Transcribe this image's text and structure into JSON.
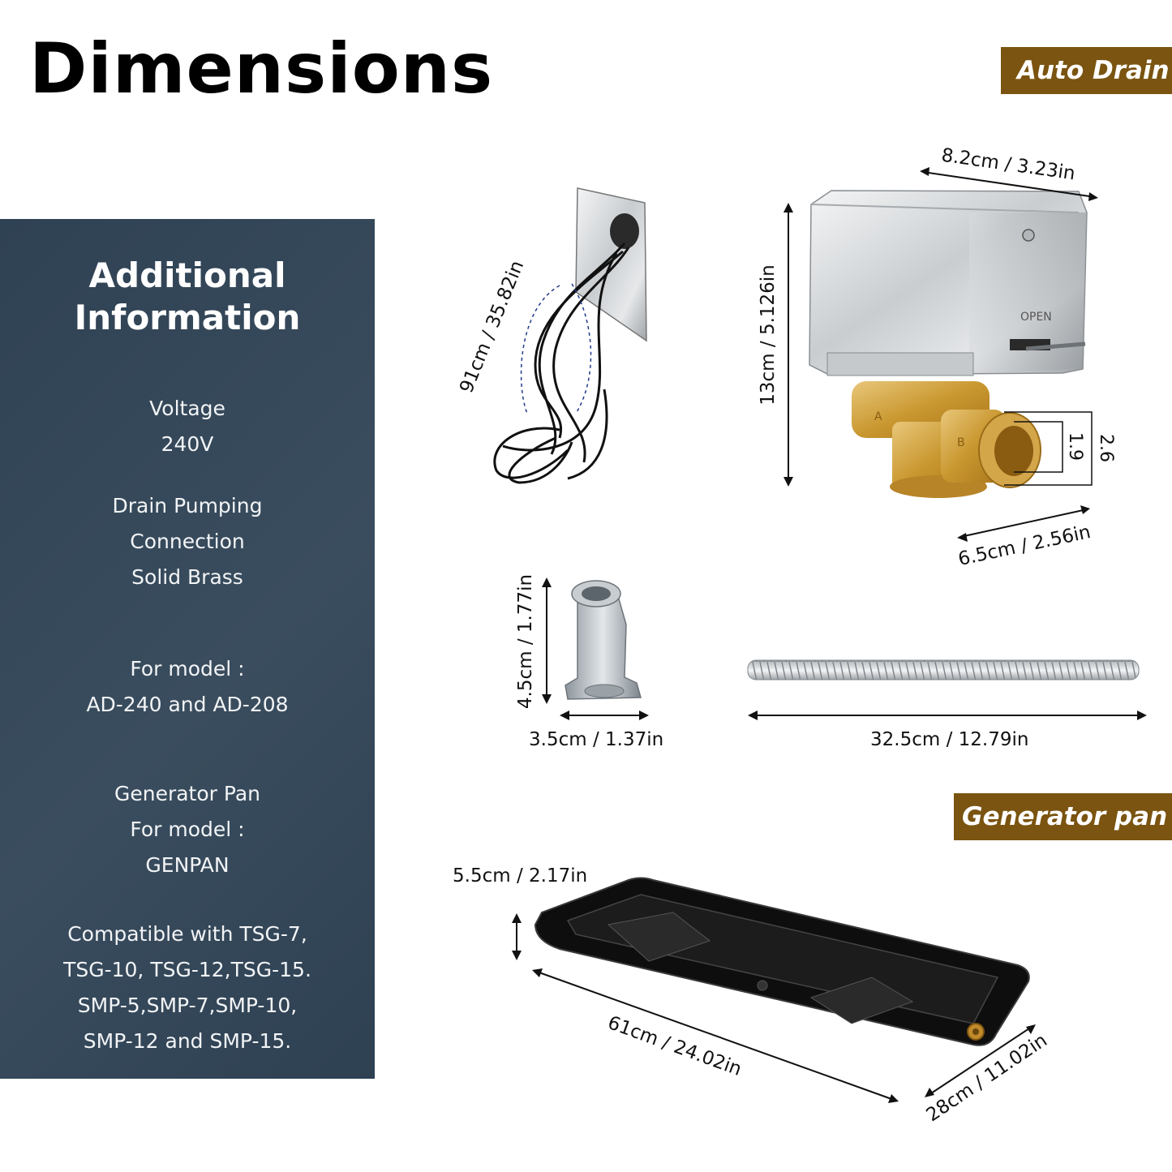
{
  "title": "Dimensions",
  "tags": {
    "auto_drain": "Auto Drain",
    "generator_pan": "Generator pan"
  },
  "info_panel": {
    "heading_line1": "Additional",
    "heading_line2": "Information",
    "lines": [
      "Voltage",
      "240V",
      "Drain Pumping",
      "Connection",
      "Solid Brass",
      "For model :",
      "AD-240 and AD-208",
      "Generator Pan",
      "For model :",
      "GENPAN",
      "Compatible with TSG-7,",
      "TSG-10, TSG-12,TSG-15.",
      "SMP-5,SMP-7,SMP-10,",
      "SMP-12 and SMP-15."
    ]
  },
  "dimensions": {
    "cable_length": "91cm / 35.82in",
    "valve_width": "8.2cm / 3.23in",
    "valve_height": "13cm / 5.126in",
    "valve_depth": "6.5cm / 2.56in",
    "port_inner": "1.9",
    "port_outer": "2.6",
    "connector_height": "4.5cm / 1.77in",
    "connector_width": "3.5cm / 1.37in",
    "conduit_length": "32.5cm / 12.79in",
    "pan_height": "5.5cm / 2.17in",
    "pan_length": "61cm / 24.02in",
    "pan_width": "28cm / 11.02in"
  },
  "valve_labels": {
    "port_a": "A",
    "port_b": "B",
    "open_marking": "OPEN"
  }
}
